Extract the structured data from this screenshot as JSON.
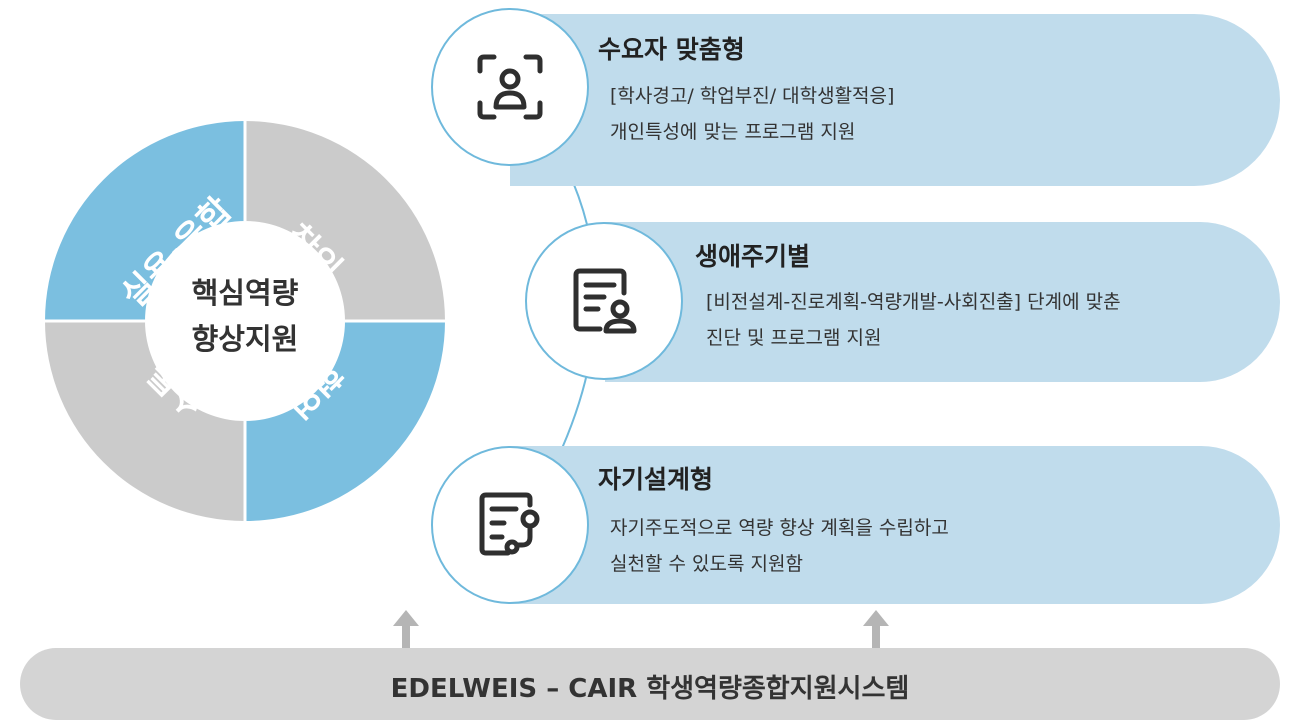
{
  "core": {
    "title_line1": "핵심역량",
    "title_line2": "향상지원",
    "segments": [
      {
        "label": "실용·융합",
        "color": "#7bbfe0"
      },
      {
        "label": "창의",
        "color": "#cbcbcb"
      },
      {
        "label": "협업",
        "color": "#7bbfe0"
      },
      {
        "label": "소통",
        "color": "#cbcbcb"
      }
    ]
  },
  "cards": [
    {
      "title": "수요자 맞춤형",
      "desc_line1": "[학사경고/ 학업부진/ 대학생활적응]",
      "desc_line2": "개인특성에 맞는 프로그램 지원",
      "icon": "user-focus-icon"
    },
    {
      "title": "생애주기별",
      "desc_line1": "[비전설계-진로계획-역량개발-사회진출] 단계에 맞춘",
      "desc_line2": "진단 및 프로그램 지원",
      "icon": "document-user-icon"
    },
    {
      "title": "자기설계형",
      "desc_line1": "자기주도적으로 역량 향상 계획을 수립하고",
      "desc_line2": "실천할 수 있도록 지원함",
      "icon": "document-path-icon"
    }
  ],
  "footer": {
    "label": "EDELWEIS – CAIR 학생역량종합지원시스템"
  },
  "colors": {
    "accent_blue": "#7bbfe0",
    "pill_blue": "#c0dcec",
    "gray": "#cbcbcb",
    "icon_dark": "#2f2f2f"
  }
}
